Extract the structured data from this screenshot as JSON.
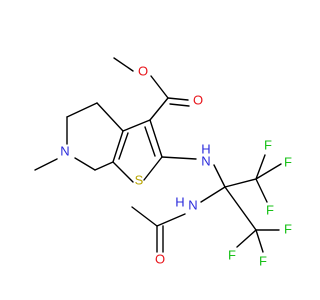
{
  "molecule": {
    "atom_labels": {
      "ester_o_single": "O",
      "ester_o_double": "O",
      "ring_n": "N",
      "sulfur": "S",
      "amine_nh": "H",
      "amine_n": "N",
      "amide_nh_h": "H",
      "amide_nh_n": "N",
      "amide_o": "O",
      "f1": "F",
      "f2": "F",
      "f3": "F",
      "f4": "F",
      "f5": "F",
      "f6": "F"
    },
    "colors": {
      "carbon": "#000000",
      "oxygen": "#e8141a",
      "nitrogen": "#2b2bdc",
      "sulfur": "#b8a400",
      "fluorine": "#17c017"
    }
  }
}
